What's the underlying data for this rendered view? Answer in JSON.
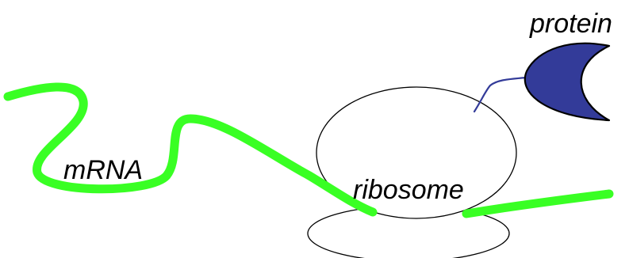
{
  "labels": {
    "mrna": "mRNA",
    "ribosome": "ribosome",
    "protein": "protein"
  },
  "colors": {
    "mrna_strand": "#39ff24",
    "protein_fill": "#333b99",
    "protein_stroke": "#000000",
    "peptide_line": "#333b99",
    "ribosome_outline": "#000000",
    "background": "#ffffff"
  }
}
